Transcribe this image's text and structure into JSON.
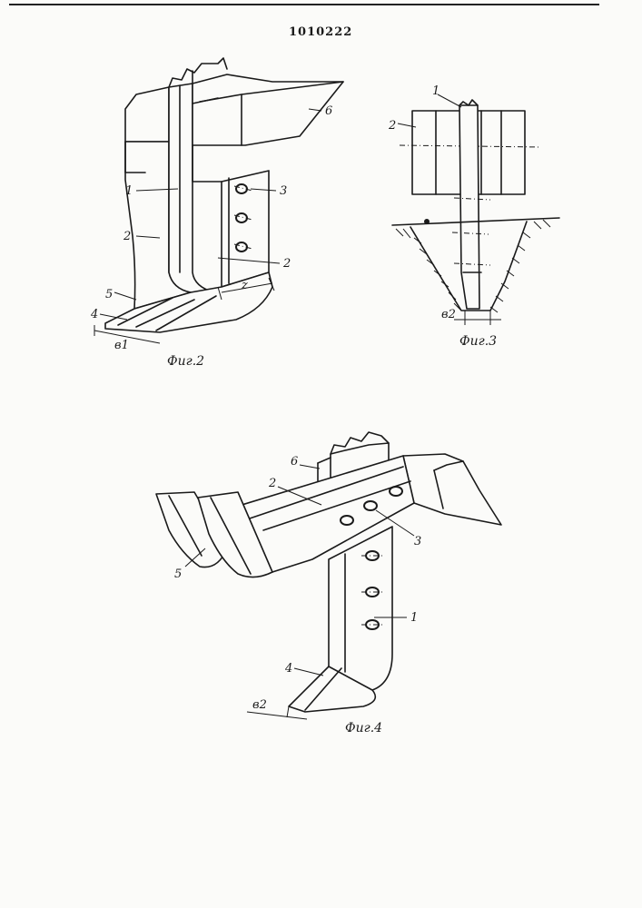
{
  "document": {
    "patent_number": "1010222"
  },
  "figures": [
    {
      "caption": "Фиг.2",
      "labels": [
        "1",
        "2",
        "2",
        "3",
        "4",
        "5",
        "6"
      ],
      "dims": [
        "в1",
        "z"
      ]
    },
    {
      "caption": "Фиг.3",
      "labels": [
        "1",
        "2"
      ],
      "dims": [
        "в2"
      ]
    },
    {
      "caption": "Фиг.4",
      "labels": [
        "6",
        "2",
        "3",
        "5",
        "1",
        "4"
      ],
      "dims": [
        "в2"
      ]
    }
  ]
}
